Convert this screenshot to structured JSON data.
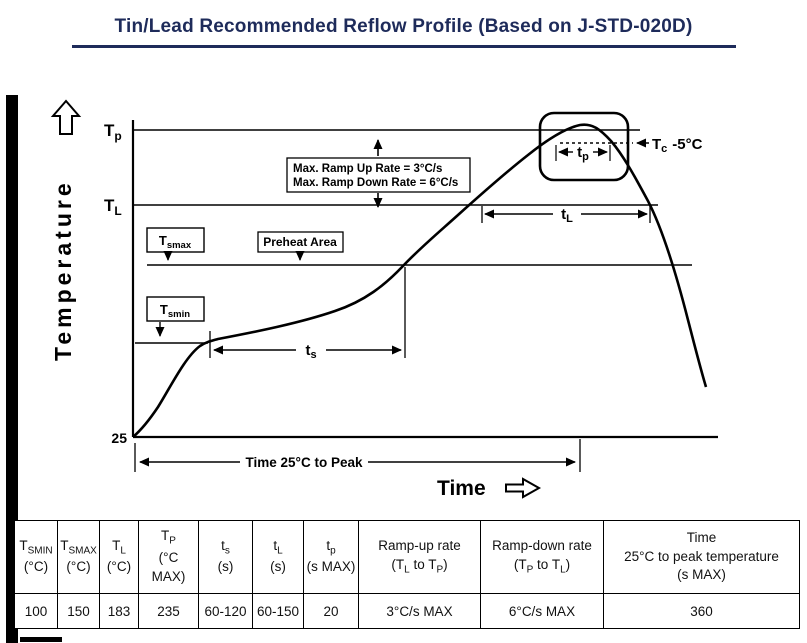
{
  "title": "Tin/Lead Recommended Reflow Profile (Based on J-STD-020D)",
  "chart": {
    "y_axis_label": "Temperature",
    "x_axis_label": "Time",
    "origin_temp": "25",
    "levels": {
      "tp": {
        "base": "T",
        "sub": "p"
      },
      "tl": {
        "base": "T",
        "sub": "L"
      },
      "tsmax": {
        "base": "T",
        "sub": "smax"
      },
      "tsmin": {
        "base": "T",
        "sub": "smin"
      }
    },
    "notes": {
      "ramp_up": "Max. Ramp Up Rate = 3°C/s",
      "ramp_down": "Max. Ramp Down Rate = 6°C/s",
      "preheat": "Preheat Area",
      "tc_base": "T",
      "tc_sub": "c",
      "tc_rest": "-5°C"
    },
    "spans": {
      "tp": {
        "base": "t",
        "sub": "p"
      },
      "tl": {
        "base": "t",
        "sub": "L"
      },
      "ts": {
        "base": "t",
        "sub": "s"
      },
      "time_to_peak": "Time 25°C to Peak"
    }
  },
  "table": {
    "headers": [
      {
        "base": "T",
        "sub": "SMIN",
        "unit": "(°C)"
      },
      {
        "base": "T",
        "sub": "SMAX",
        "unit": "(°C)"
      },
      {
        "base": "T",
        "sub": "L",
        "unit": "(°C)"
      },
      {
        "base": "T",
        "sub": "P",
        "unit": "(°C MAX)"
      },
      {
        "base": "t",
        "sub": "s",
        "unit": "(s)"
      },
      {
        "base": "t",
        "sub": "L",
        "unit": "(s)"
      },
      {
        "base": "t",
        "sub": "p",
        "unit": "(s MAX)"
      },
      {
        "line1": "Ramp-up rate",
        "p1": "(T",
        "s1": "L",
        "p2": " to T",
        "s2": "P",
        "p3": ")"
      },
      {
        "line1": "Ramp-down rate",
        "p1": "(T",
        "s1": "P",
        "p2": " to T",
        "s2": "L",
        "p3": ")"
      },
      {
        "line1": "Time",
        "line2": "25°C to peak temperature",
        "line3": "(s MAX)"
      }
    ],
    "values": [
      "100",
      "150",
      "183",
      "235",
      "60-120",
      "60-150",
      "20",
      "3°C/s MAX",
      "6°C/s MAX",
      "360"
    ]
  }
}
